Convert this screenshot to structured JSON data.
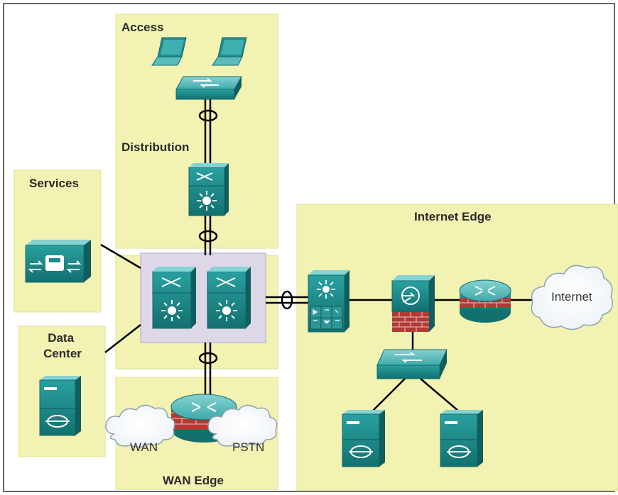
{
  "colors": {
    "zone": "#f2f2b2",
    "zone_edge": "#e3e39a",
    "core_panel": "#ddd7e8",
    "device": "#1f8d8d",
    "device_top": "#6fc6c6",
    "device_side": "#126b6b",
    "firewall": "#b23a35",
    "link": "#000000"
  },
  "zones": {
    "access": "Access",
    "distribution": "Distribution",
    "services": "Services",
    "data_center": "Data\nCenter",
    "internet_edge": "Internet Edge",
    "wan_edge": "WAN Edge"
  },
  "clouds": {
    "internet": "Internet",
    "wan": "WAN",
    "pstn": "PSTN"
  },
  "icons": [
    "laptop-icon",
    "switch-icon",
    "multilayer-switch-icon",
    "ip-phone-icon",
    "server-icon",
    "firewall-icon",
    "router-icon",
    "cloud-icon",
    "etherchannel-icon"
  ]
}
